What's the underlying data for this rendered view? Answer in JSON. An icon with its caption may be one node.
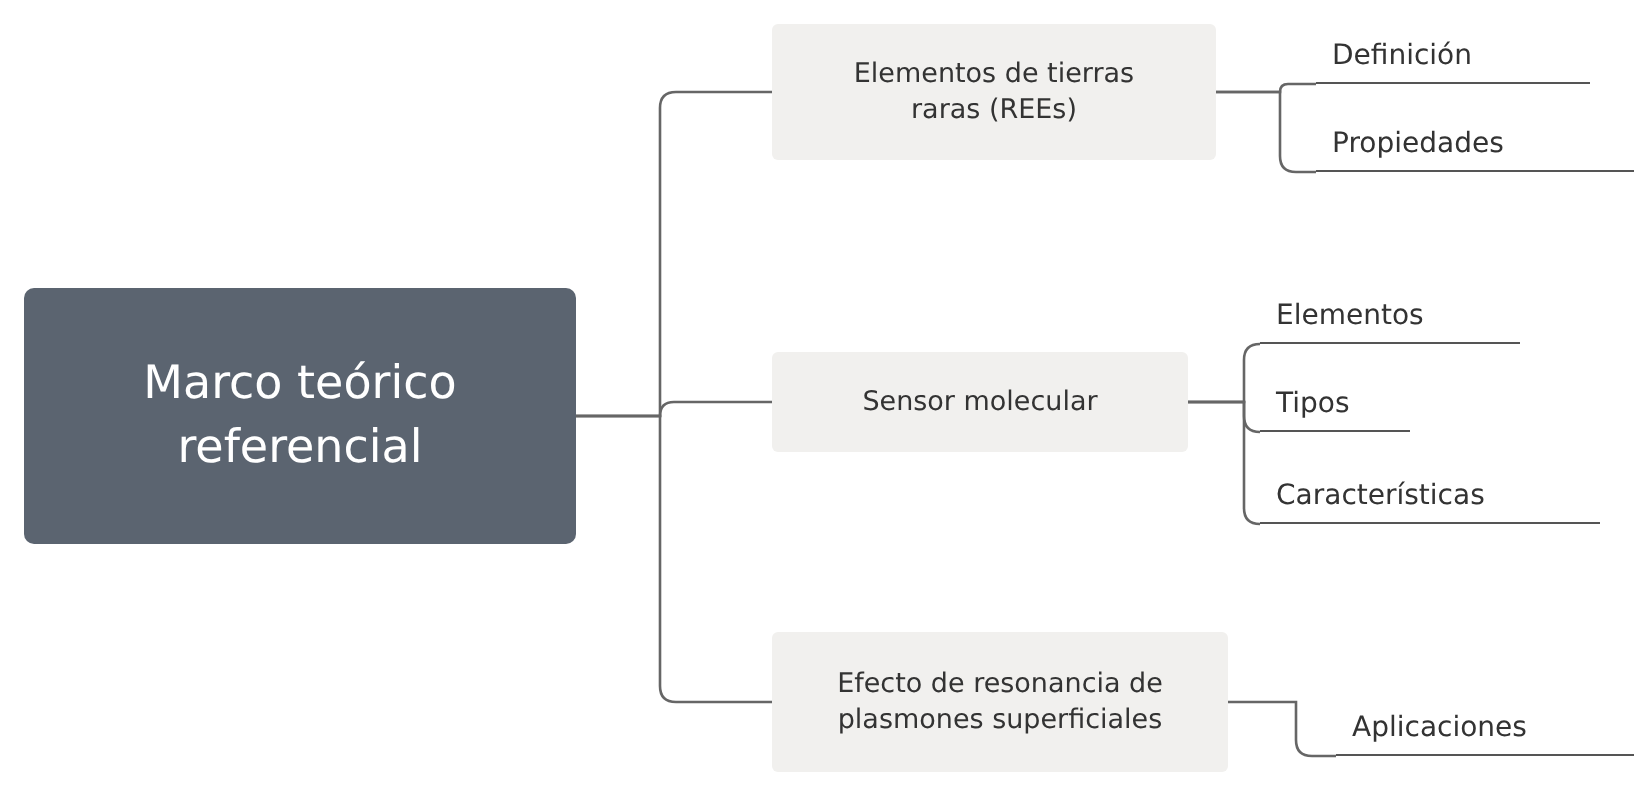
{
  "diagram": {
    "nodes": [
      {
        "text": [
          "Marco teórico referencial"
        ]
      },
      {
        "text": [
          "Elementos de tierras raras (REEs)"
        ]
      },
      {
        "text": [
          "Definición"
        ]
      },
      {
        "text": [
          "Propiedades"
        ]
      },
      {
        "text": [
          "Sensor molecular"
        ]
      },
      {
        "text": [
          "Elementos"
        ]
      },
      {
        "text": [
          "Tipos"
        ]
      },
      {
        "text": [
          "Características"
        ]
      },
      {
        "text": [
          "Efecto de resonancia de plasmones superficiales"
        ]
      },
      {
        "text": [
          "Aplicaciones"
        ]
      }
    ],
    "edges": [
      {
        "from": 0,
        "to": 1,
        "arrow": "none"
      },
      {
        "from": 0,
        "to": 4,
        "arrow": "none"
      },
      {
        "from": 0,
        "to": 8,
        "arrow": "none"
      },
      {
        "from": 1,
        "to": 2,
        "arrow": "none"
      },
      {
        "from": 1,
        "to": 3,
        "arrow": "none"
      },
      {
        "from": 4,
        "to": 5,
        "arrow": "none"
      },
      {
        "from": 4,
        "to": 6,
        "arrow": "none"
      },
      {
        "from": 4,
        "to": 7,
        "arrow": "none"
      },
      {
        "from": 8,
        "to": 9,
        "arrow": "none"
      }
    ]
  }
}
